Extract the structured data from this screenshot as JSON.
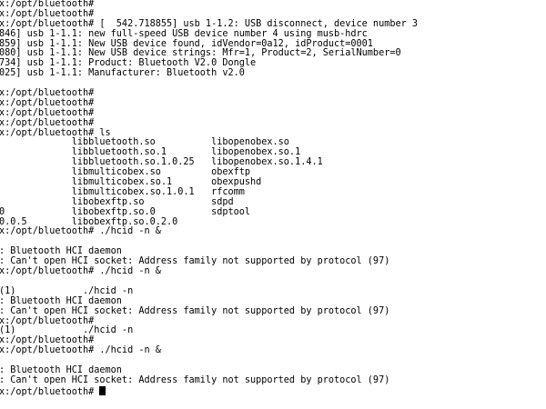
{
  "terminal": {
    "lines": [
      "x:/opt/bluetooth#",
      "x:/opt/bluetooth#",
      "x:/opt/bluetooth# [  542.718855] usb 1-1.2: USB disconnect, device number 3",
      "846] usb 1-1.1: new full-speed USB device number 4 using musb-hdrc",
      "859] usb 1-1.1: New USB device found, idVendor=0a12, idProduct=0001",
      "080] usb 1-1.1: New USB device strings: Mfr=1, Product=2, SerialNumber=0",
      "734] usb 1-1.1: Product: Bluetooth V2.0 Dongle",
      "025] usb 1-1.1: Manufacturer: Bluetooth v2.0",
      "",
      "x:/opt/bluetooth#",
      "x:/opt/bluetooth#",
      "x:/opt/bluetooth#",
      "x:/opt/bluetooth#",
      "x:/opt/bluetooth# ls",
      "             libbluetooth.so          libopenobex.so",
      "             libbluetooth.so.1        libopenobex.so.1",
      "             libbluetooth.so.1.0.25   libopenobex.so.1.4.1",
      "             libmulticobex.so         obexftp",
      "             libmulticobex.so.1       obexpushd",
      "             libmulticobex.so.1.0.1   rfcomm",
      "             libobexftp.so            sdpd",
      "0            libobexftp.so.0          sdptool",
      "0.0.5        libobexftp.so.0.2.0",
      "x:/opt/bluetooth# ./hcid -n &",
      "",
      ": Bluetooth HCI daemon",
      ": Can't open HCI socket: Address family not supported by protocol (97)",
      "x:/opt/bluetooth# ./hcid -n &",
      "",
      "(1)            ./hcid -n",
      ": Bluetooth HCI daemon",
      ": Can't open HCI socket: Address family not supported by protocol (97)",
      "x:/opt/bluetooth#",
      "(1)            ./hcid -n",
      "x:/opt/bluetooth#",
      "x:/opt/bluetooth# ./hcid -n &",
      "",
      ": Bluetooth HCI daemon",
      ": Can't open HCI socket: Address family not supported by protocol (97)"
    ],
    "prompt": "x:/opt/bluetooth# "
  }
}
